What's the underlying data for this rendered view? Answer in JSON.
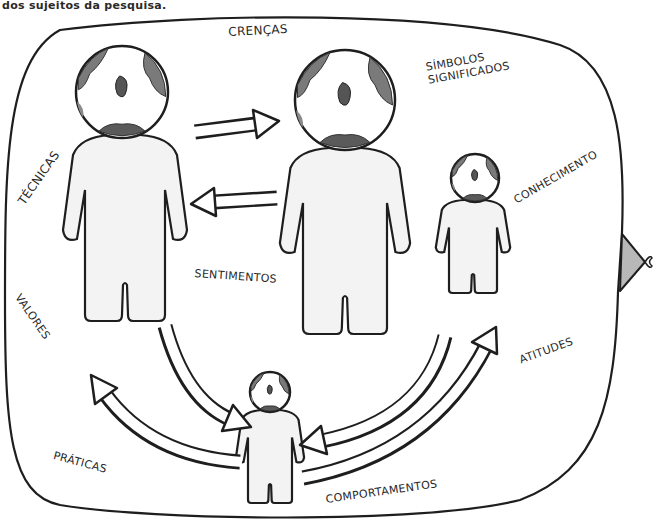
{
  "diagram": {
    "labels": [
      "dos sujeitos da pesquisa.",
      "CRENÇAS",
      "SÍMBOLOS SIGNIFICADOS",
      "TÉCNICAS",
      "CONHECIMENTO",
      "SENTIMENTOS",
      "VALORES",
      "ATITUDES",
      "PRÁTICAS",
      "COMPORTAMENTOS"
    ]
  }
}
